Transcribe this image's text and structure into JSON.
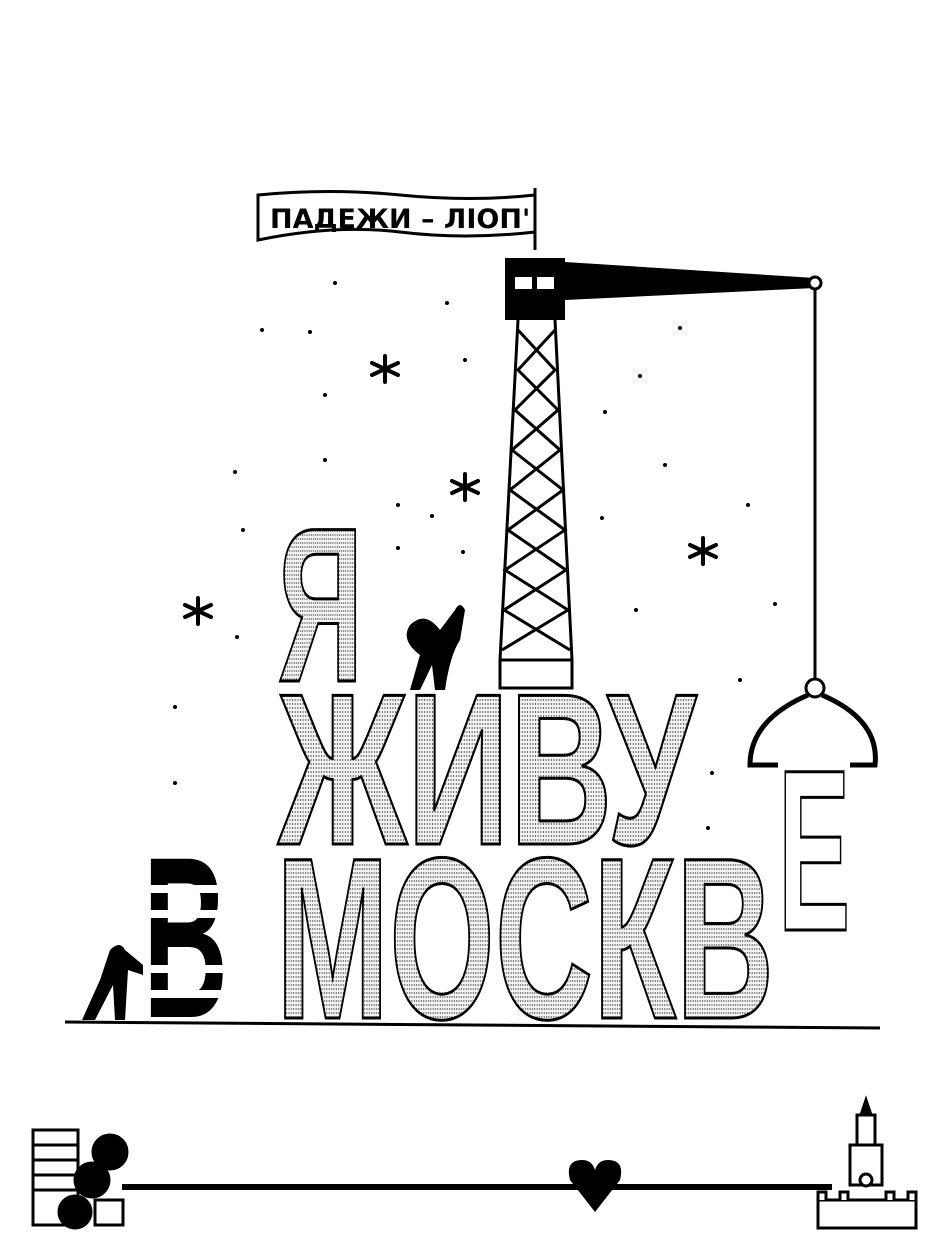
{
  "flag": {
    "text": "ПАДЕЖИ – ЛІОП'"
  },
  "headline": {
    "line1": "Я",
    "line2": "ЖИВУ",
    "line3_first": "В",
    "line3_rest": "МОСКВ",
    "hanging_letter": "Е"
  },
  "colors": {
    "ink": "#000000",
    "paper": "#ffffff"
  }
}
